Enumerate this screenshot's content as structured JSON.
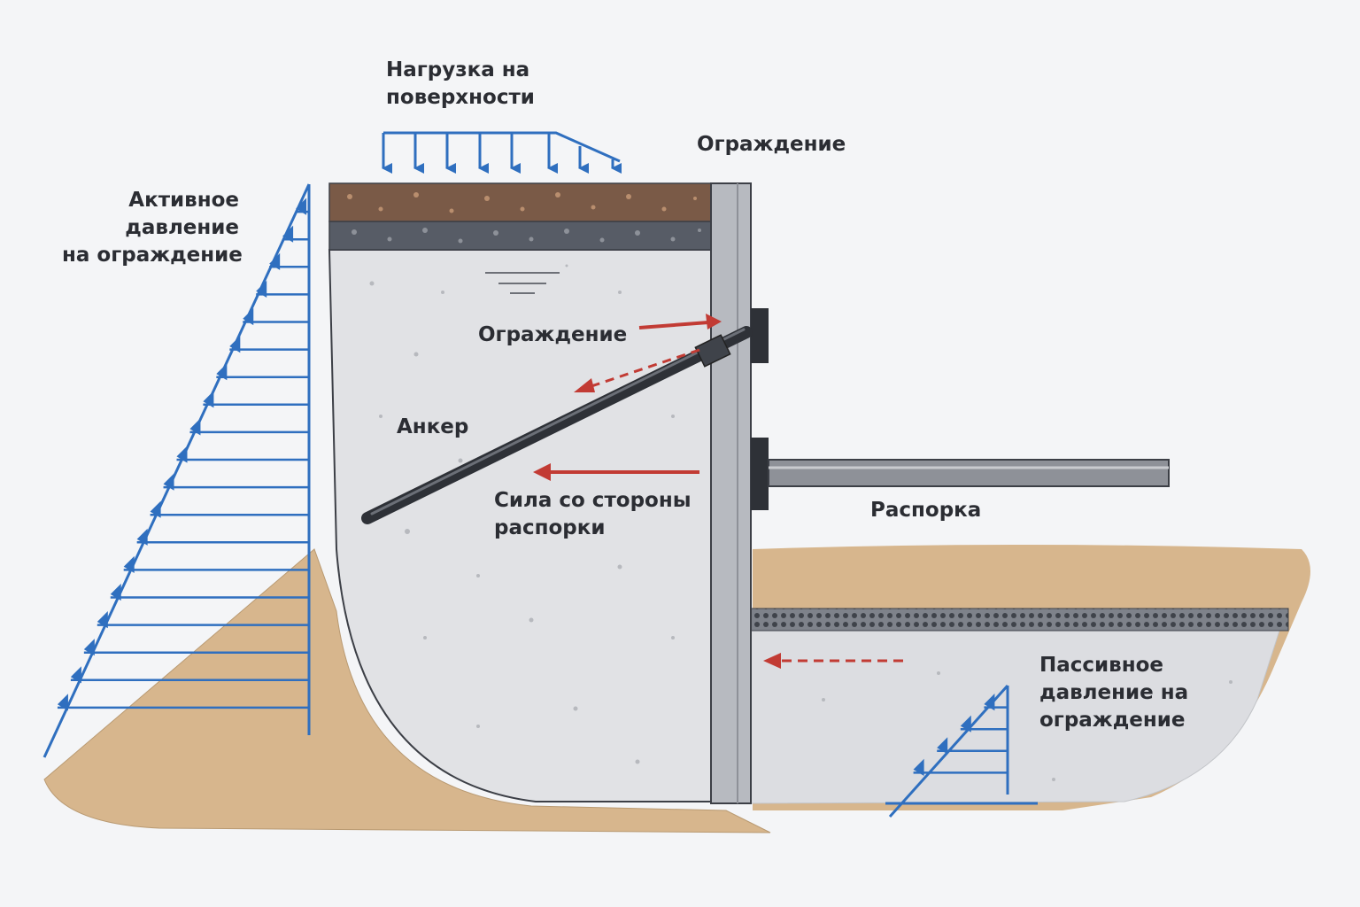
{
  "labels": {
    "surface_load": [
      "Нагрузка на",
      "поверхности"
    ],
    "fence_top": "Ограждение",
    "active_pressure": [
      "Активное",
      "давление",
      "на ограждение"
    ],
    "fence_inner": "Ограждение",
    "anchor": "Анкер",
    "strut_force": [
      "Сила со стороны",
      "распорки"
    ],
    "strut": "Распорка",
    "passive_pressure": [
      "Пассивное",
      "давление на",
      "ограждение"
    ]
  },
  "colors": {
    "background": "#f4f5f7",
    "pressure_lines": "#2f6fbf",
    "force_arrows": "#c23b34",
    "soil_top": "#7a5a47",
    "gravel": "#575c66",
    "concrete": "#e1e2e5",
    "sand": "#d7b68d",
    "wall": "#b7bac0",
    "steel": "#3f434a"
  }
}
